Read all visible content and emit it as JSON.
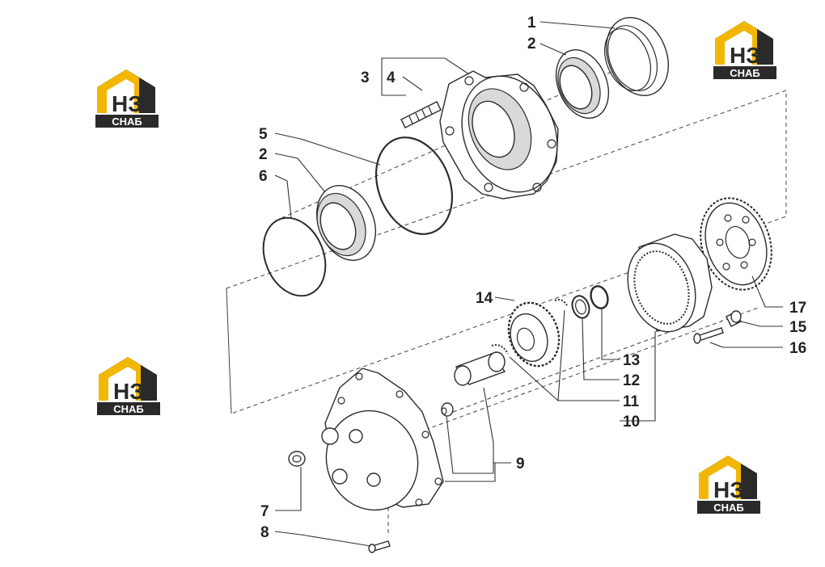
{
  "callouts": {
    "c1": "1",
    "c2a": "2",
    "c3": "3",
    "c4": "4",
    "c5": "5",
    "c2b": "2",
    "c6": "6",
    "c14": "14",
    "c17": "17",
    "c15": "15",
    "c16": "16",
    "c13": "13",
    "c12": "12",
    "c11": "11",
    "c10": "10",
    "c9": "9",
    "c7": "7",
    "c8": "8"
  },
  "logo": {
    "letters": "НЗ",
    "word": "СНАБ",
    "colors": {
      "yellow": "#f2b705",
      "dark": "#2a2a2a",
      "white": "#ffffff"
    }
  },
  "colors": {
    "line": "#2b2b2b",
    "shade": "#d9d9d9",
    "background": "#ffffff"
  }
}
